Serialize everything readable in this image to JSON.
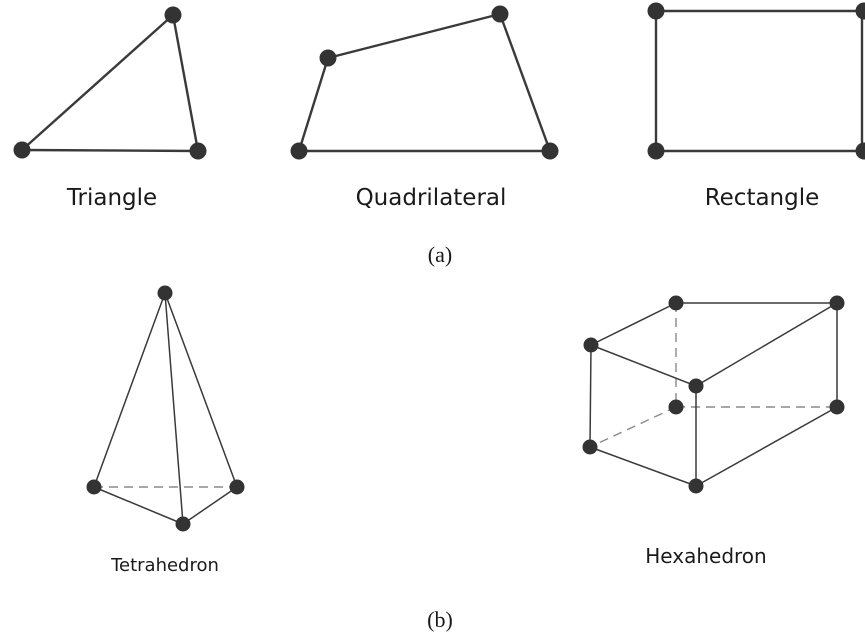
{
  "panels": {
    "a": {
      "caption": "(a)",
      "shapes": [
        {
          "id": "triangle",
          "label": "Triangle"
        },
        {
          "id": "quadrilateral",
          "label": "Quadrilateral"
        },
        {
          "id": "rectangle",
          "label": "Rectangle"
        }
      ]
    },
    "b": {
      "caption": "(b)",
      "shapes": [
        {
          "id": "tetrahedron",
          "label": "Tetrahedron"
        },
        {
          "id": "hexahedron",
          "label": "Hexahedron"
        }
      ]
    }
  },
  "colors": {
    "edge": "#3a3a3a",
    "hidden_edge": "#8a8a8a",
    "node": "#333333"
  }
}
